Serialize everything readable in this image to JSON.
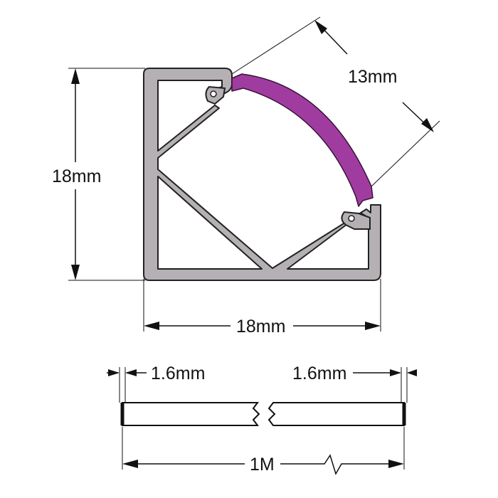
{
  "profile": {
    "height_label": "18mm",
    "width_label": "18mm",
    "diffuser_label": "13mm"
  },
  "strip": {
    "left_thickness_label": "1.6mm",
    "right_thickness_label": "1.6mm",
    "length_label": "1M"
  },
  "colors": {
    "profile_fill": "#b4b0b4",
    "profile_stroke": "#222222",
    "diffuser_fill": "#a03c9f",
    "line": "#111111"
  }
}
